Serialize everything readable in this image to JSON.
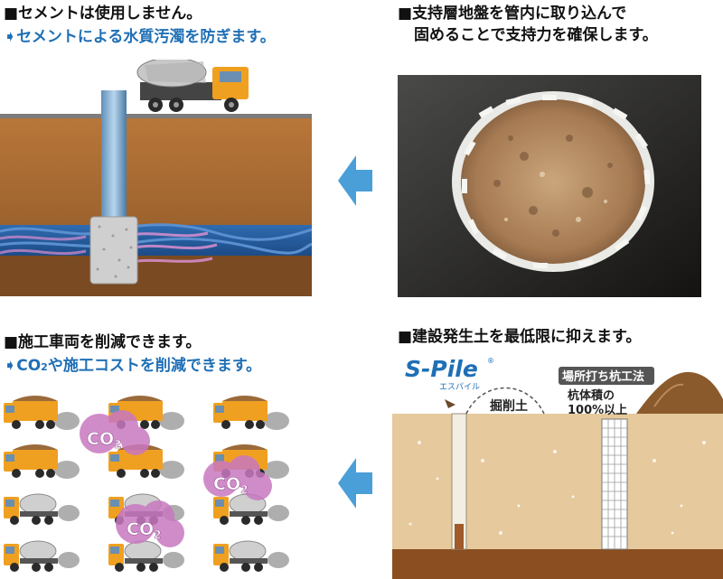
{
  "top_left": {
    "heading": "■セメントは使用しません。",
    "sub": "➧セメントによる水質汚濁を防ぎます。"
  },
  "top_right": {
    "heading_line1": "■支持層地盤を管内に取り込んで",
    "heading_line2": "固めることで支持力を確保します。"
  },
  "bottom_left": {
    "heading": "■施工車両を削減できます。",
    "sub_prefix": "➧CO",
    "sub_subscript": "2",
    "sub_suffix": "や施工コストを削減できます。",
    "co2_main": "CO",
    "co2_sub": "2"
  },
  "bottom_right": {
    "heading": "■建設発生土を最低限に抑えます。",
    "brand": "S-Pile",
    "brand_reg": "®",
    "brand_kana": "エスパイル",
    "excavated_label": "掘削土",
    "method_label": "場所打ち杭工法",
    "volume_line1": "杭体積の",
    "volume_line2": "100%以上"
  },
  "colors": {
    "accent_blue": "#1f6fb5",
    "arrow_blue": "#4a9fd8",
    "soil_brown": "#a0672f",
    "water_blue": "#2b5f9e",
    "truck_yellow": "#f0a020",
    "co2_purple": "#c878c0"
  }
}
